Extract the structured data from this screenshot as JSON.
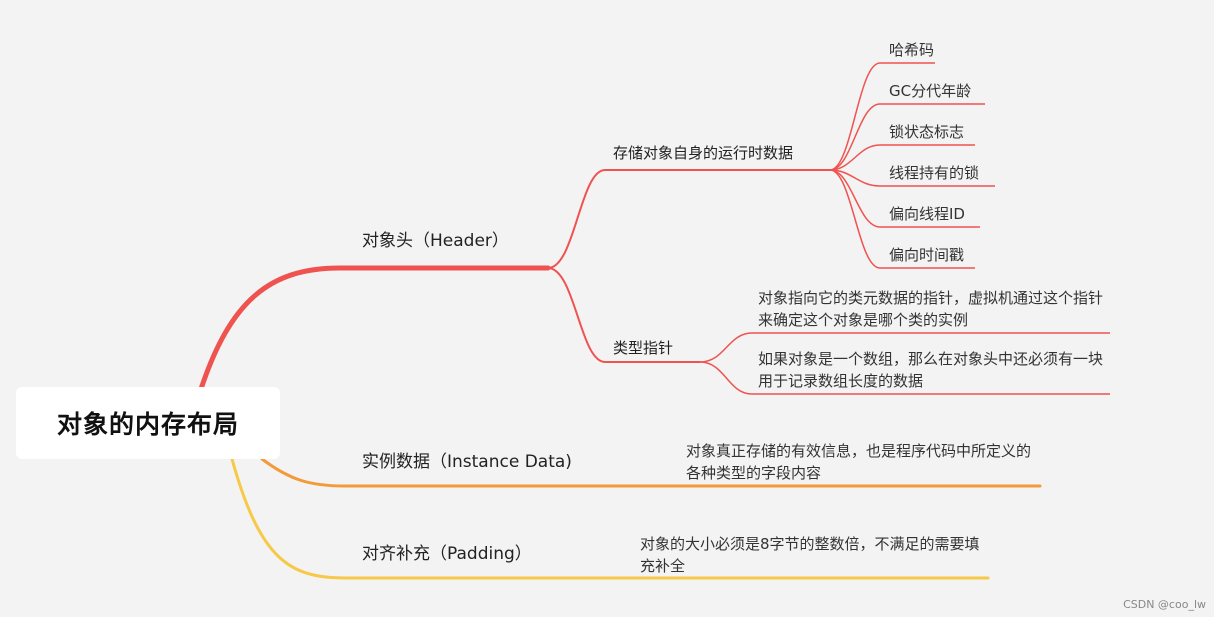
{
  "root": {
    "label": "对象的内存布局"
  },
  "colors": {
    "red": "#ef5350",
    "orange": "#f39a3a",
    "yellow": "#f7c948"
  },
  "branches": {
    "header": {
      "label": "对象头（Header）",
      "children": {
        "mark_word": {
          "label": "存储对象自身的运行时数据",
          "leaves": [
            "哈希码",
            "GC分代年龄",
            "锁状态标志",
            "线程持有的锁",
            "偏向线程ID",
            "偏向时间戳"
          ]
        },
        "klass_pointer": {
          "label": "类型指针",
          "notes": [
            "对象指向它的类元数据的指针，虚拟机通过这个指针来确定这个对象是哪个类的实例",
            "如果对象是一个数组，那么在对象头中还必须有一块用于记录数组长度的数据"
          ]
        }
      }
    },
    "instance_data": {
      "label": "实例数据（Instance Data)",
      "note": "对象真正存储的有效信息，也是程序代码中所定义的各种类型的字段内容"
    },
    "padding": {
      "label": "对齐补充（Padding）",
      "note": "对象的大小必须是8字节的整数倍，不满足的需要填充补全"
    }
  },
  "watermark": "CSDN @coo_lw"
}
